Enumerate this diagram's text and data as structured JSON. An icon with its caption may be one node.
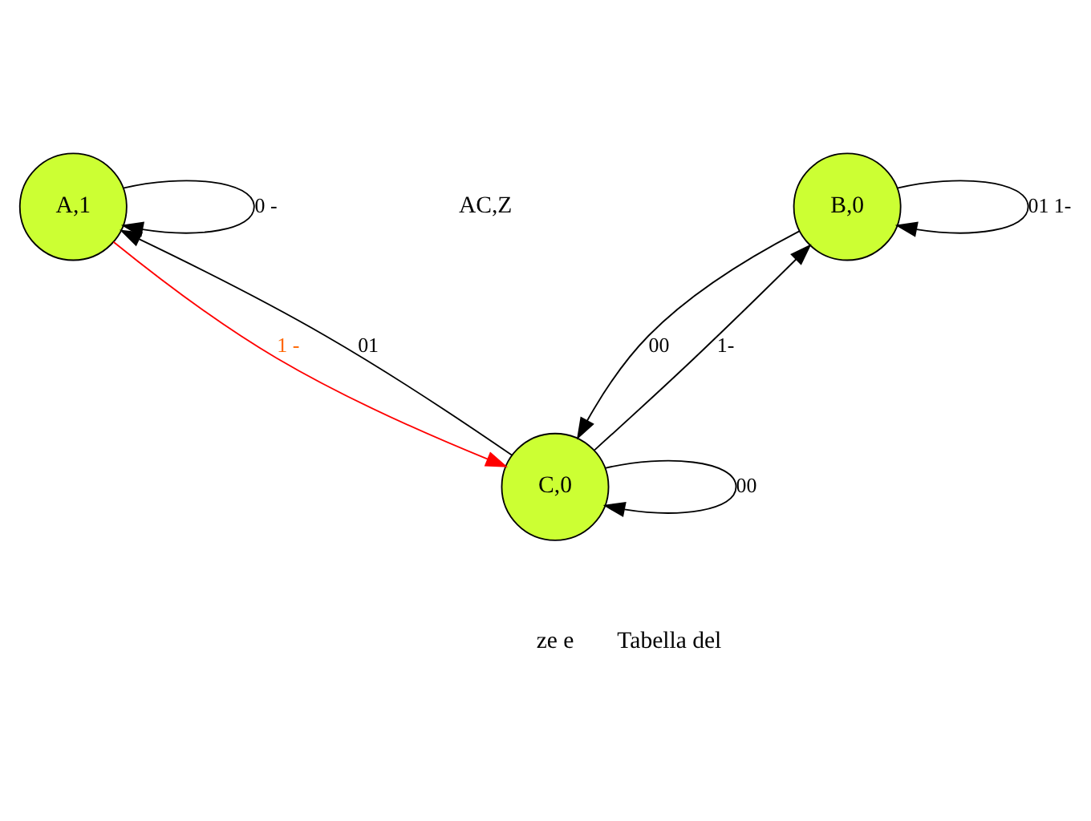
{
  "diagram": {
    "nodes": [
      {
        "text": [
          "A,1"
        ]
      },
      {
        "text": [
          "B,0"
        ]
      },
      {
        "text": [
          "C,0"
        ]
      }
    ],
    "edges": [
      {
        "from": 0,
        "to": 0,
        "arrow": "to",
        "label": "0 -"
      },
      {
        "from": 1,
        "to": 1,
        "arrow": "to",
        "label": "01 1-"
      },
      {
        "from": 0,
        "to": 2,
        "arrow": "to",
        "label": "1 -",
        "color": "#ff0000"
      },
      {
        "from": 2,
        "to": 0,
        "arrow": "to",
        "label": "01"
      },
      {
        "from": 1,
        "to": 2,
        "arrow": "to",
        "label": "00"
      },
      {
        "from": 2,
        "to": 1,
        "arrow": "to",
        "label": "1-"
      },
      {
        "from": 2,
        "to": 2,
        "arrow": "to",
        "label": "00"
      }
    ],
    "labels": [
      "AC,Z",
      "ze e",
      "Tabella del"
    ]
  }
}
